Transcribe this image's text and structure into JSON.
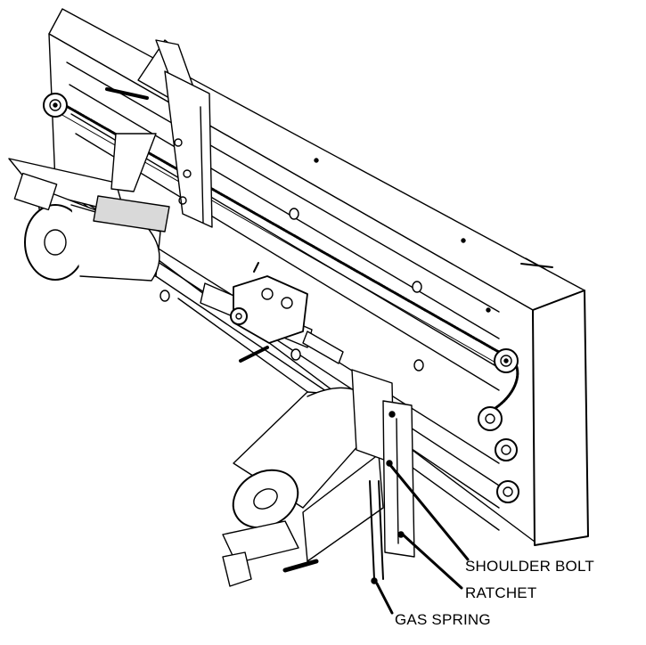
{
  "labels": {
    "shoulder_bolt": "SHOULDER BOLT",
    "ratchet": "RATCHET",
    "gas_spring": "GAS SPRING"
  },
  "colors": {
    "ink": "#000000",
    "paper": "#ffffff",
    "shade": "#d9d9d9"
  }
}
